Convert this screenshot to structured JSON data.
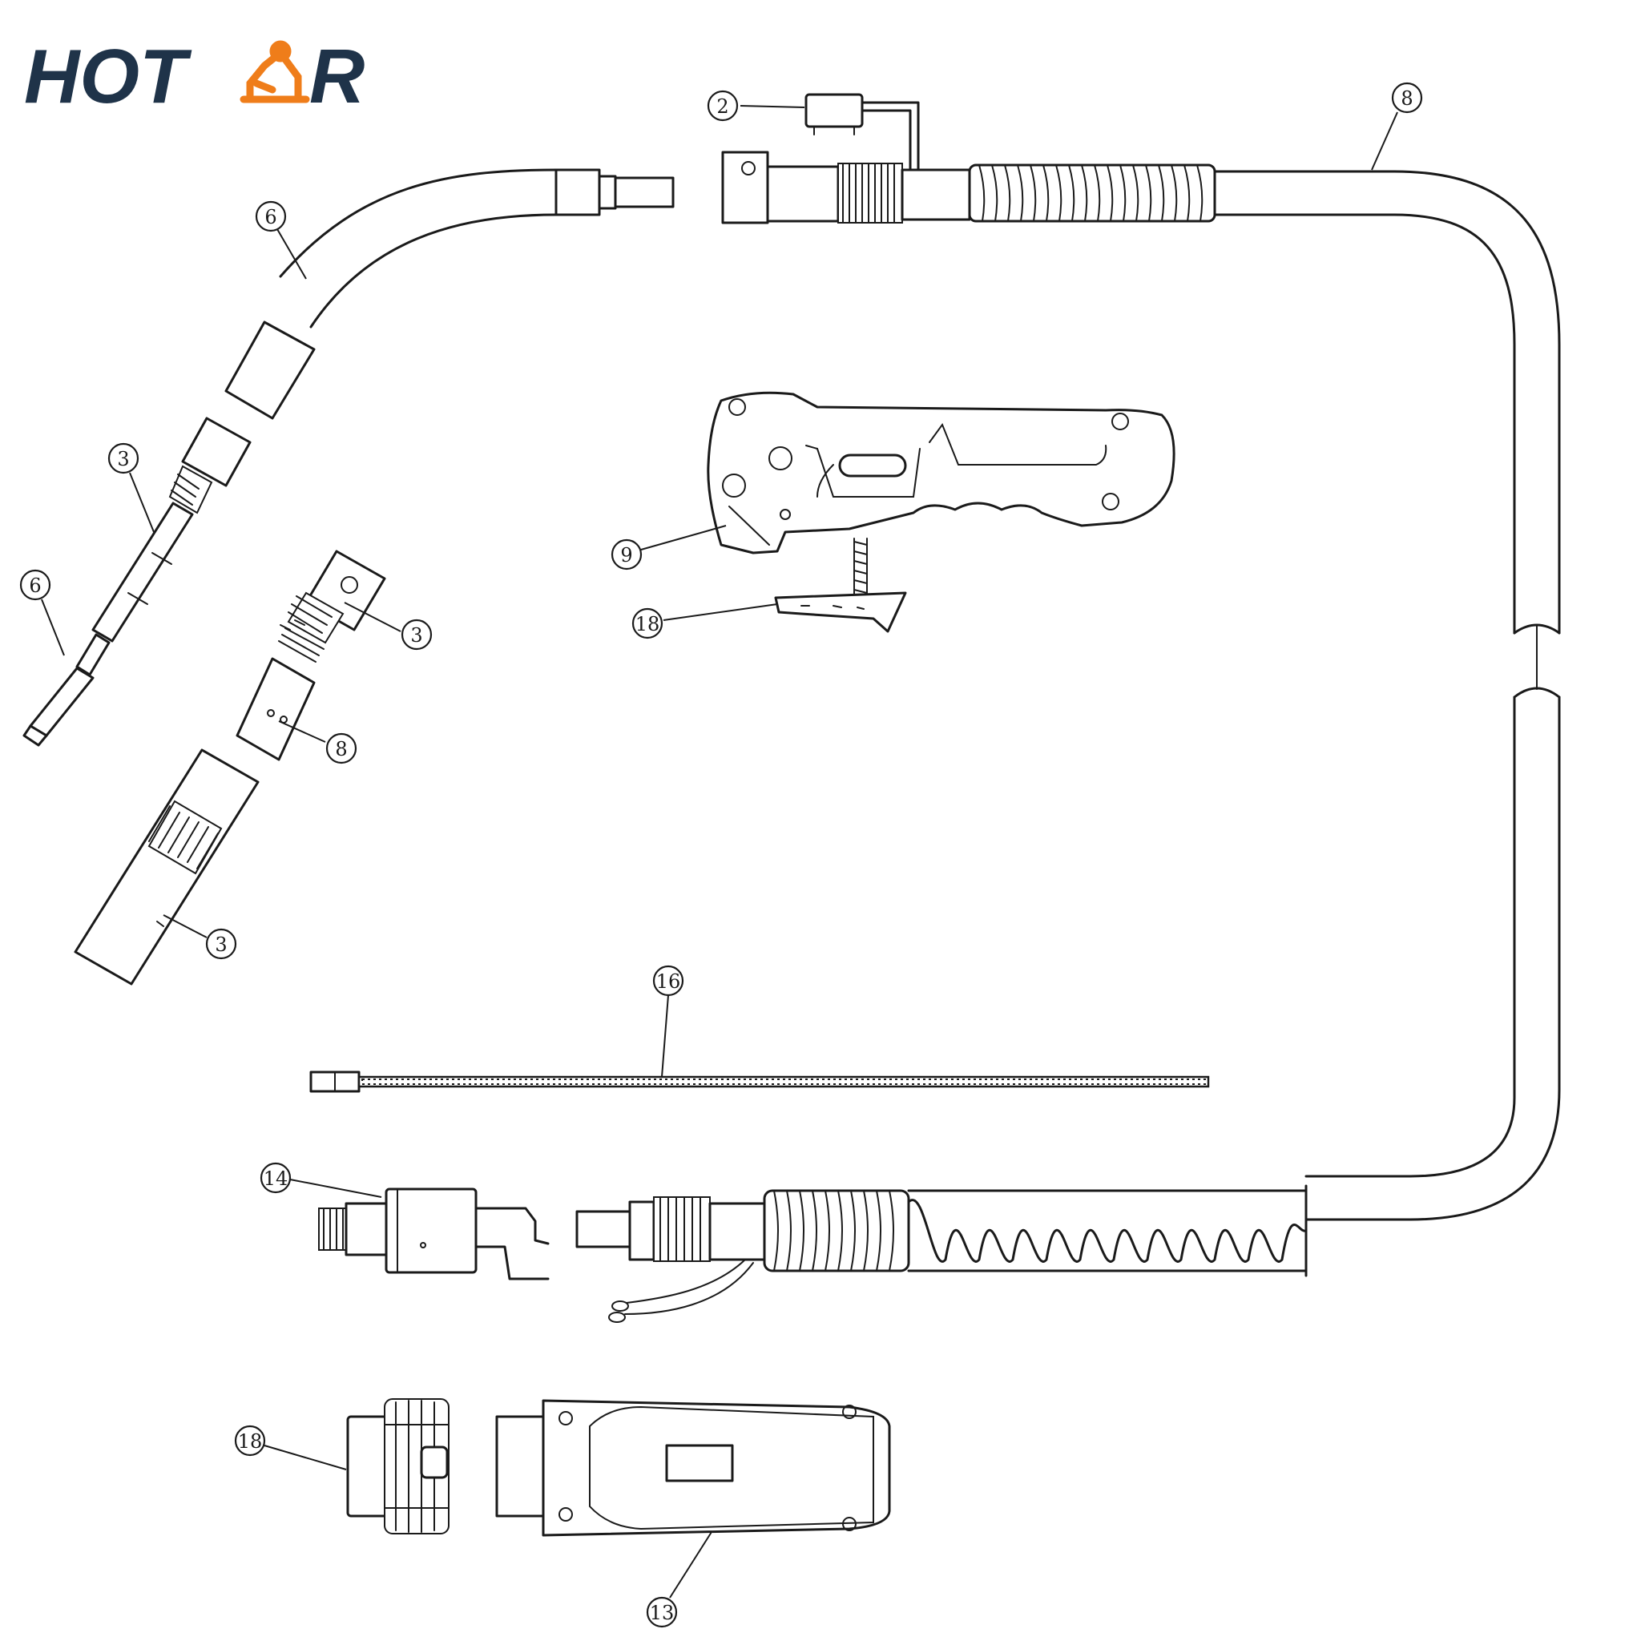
{
  "brand": {
    "logo_text_left": "HOT",
    "logo_text_right": "R",
    "logo_mark": "robot-arm-icon",
    "text_color": "#1f3349",
    "accent_color": "#ef7d1a"
  },
  "callouts": [
    {
      "id": "c1",
      "label": "2"
    },
    {
      "id": "c2",
      "label": "8"
    },
    {
      "id": "c3",
      "label": "6"
    },
    {
      "id": "c4",
      "label": "3"
    },
    {
      "id": "c5",
      "label": "6"
    },
    {
      "id": "c6",
      "label": "3"
    },
    {
      "id": "c7",
      "label": "8"
    },
    {
      "id": "c8",
      "label": "3"
    },
    {
      "id": "c9",
      "label": "9"
    },
    {
      "id": "c10",
      "label": "18"
    },
    {
      "id": "c11",
      "label": "16"
    },
    {
      "id": "c12",
      "label": "14"
    },
    {
      "id": "c13",
      "label": "18"
    },
    {
      "id": "c14",
      "label": "13"
    }
  ]
}
